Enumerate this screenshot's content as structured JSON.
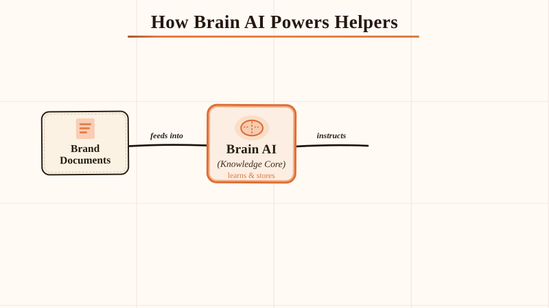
{
  "title": {
    "text": "How Brain AI Powers Helpers"
  },
  "nodes": {
    "brand_documents": {
      "label": "Brand Documents",
      "icon": "document-icon"
    },
    "brain_ai": {
      "title": "Brain AI",
      "subtitle": "(Knowledge Core)",
      "caption": "learns & stores",
      "icon": "brain-icon"
    }
  },
  "connectors": [
    {
      "label": "feeds into",
      "from": "Brand Documents",
      "to": "Brain AI"
    },
    {
      "label": "instructs",
      "from": "Brain AI"
    }
  ],
  "colors": {
    "background": "#fffbf4",
    "grid_line": "#f6eae6",
    "ink": "#241810",
    "accent_orange": "#de6d36",
    "underline_orange": "#e8823f",
    "brand_box_fill": "#fbf2e4",
    "brain_box_fill": "#fceee2",
    "icon_peach": "#f9cdb4",
    "icon_line_orange": "#e8814c",
    "caption_orange": "#dd7640",
    "connector_ink": "#1d140c"
  }
}
